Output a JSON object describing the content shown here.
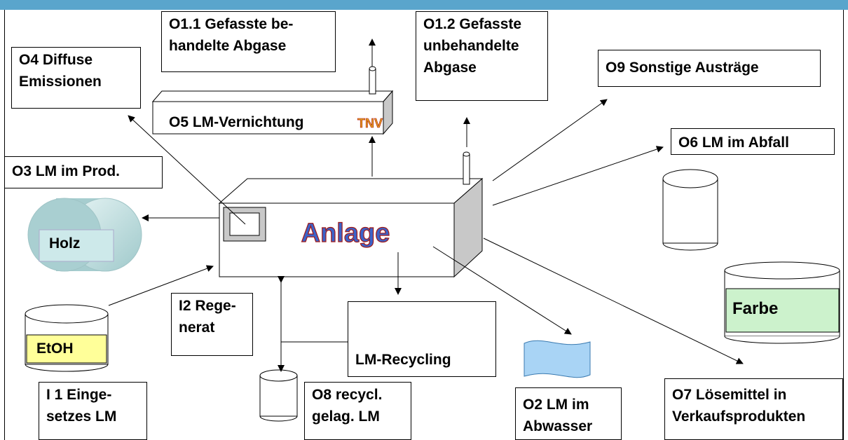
{
  "diagram": {
    "center_label": "Anlage",
    "tnv_label": "TNV",
    "nodes": {
      "o1_1": "O1.1 Gefasste be-\nhandelte Abgase",
      "o1_2": "O1.2 Gefasste\nunbehandelte\nAbgase",
      "o4": "O4 Diffuse\nEmissionen",
      "o5": "O5 LM-Vernichtung",
      "o9": "O9 Sonstige Austräge",
      "o6": "O6 LM im Abfall",
      "o3": "O3 LM im Prod.",
      "holz": "Holz",
      "etoh": "EtOH",
      "i1": "I 1 Einge-\nsetzes LM",
      "i2": "I2 Rege-\nnerat",
      "recycling": "LM-Recycling",
      "o8": "O8 recycl.\ngelag. LM",
      "o2": "O2 LM im\nAbwasser",
      "farbe": "Farbe",
      "o7": "O7 Lösemittel in\nVerkaufsprodukten"
    },
    "colors": {
      "top_bar": "#5aa5cc",
      "holz_fill": "#cde9ea",
      "etoh_fill": "#ffff99",
      "farbe_fill": "#ccf2cc",
      "water_fill": "#a9d4f5",
      "anlage_text": "#3b63c9",
      "tnv_text": "#e0a020"
    }
  }
}
